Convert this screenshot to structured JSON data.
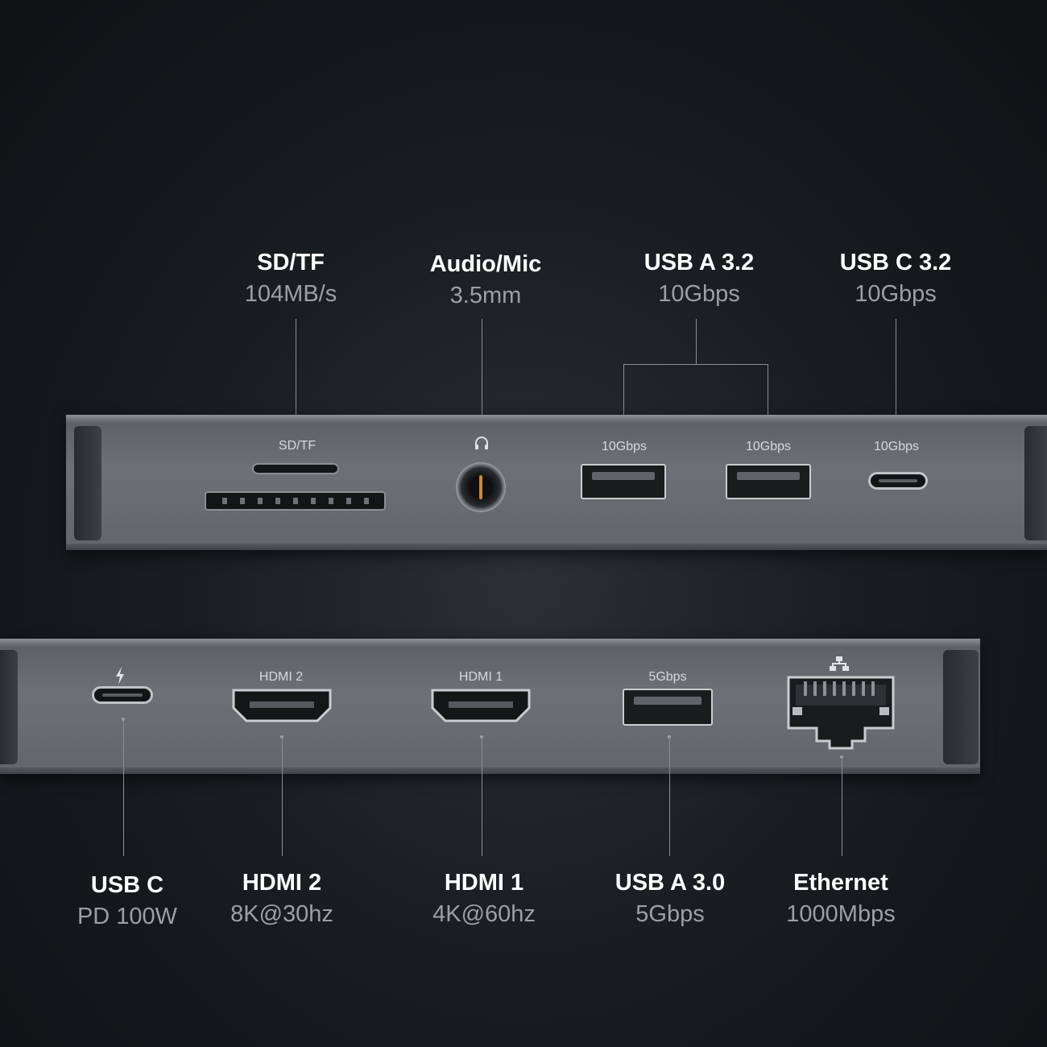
{
  "top_labels": [
    {
      "id": "sd",
      "title": "SD/TF",
      "sub": "104MB/s"
    },
    {
      "id": "audio",
      "title": "Audio/Mic",
      "sub": "3.5mm"
    },
    {
      "id": "usba32",
      "title": "USB A 3.2",
      "sub": "10Gbps"
    },
    {
      "id": "usbc32",
      "title": "USB C 3.2",
      "sub": "10Gbps"
    }
  ],
  "bottom_labels": [
    {
      "id": "usbc",
      "title": "USB C",
      "sub": "PD 100W"
    },
    {
      "id": "hdmi2",
      "title": "HDMI 2",
      "sub": "8K@30hz"
    },
    {
      "id": "hdmi1",
      "title": "HDMI 1",
      "sub": "4K@60hz"
    },
    {
      "id": "usba30",
      "title": "USB A 3.0",
      "sub": "5Gbps"
    },
    {
      "id": "eth",
      "title": "Ethernet",
      "sub": "1000Mbps"
    }
  ],
  "top_port_labels": {
    "sd": "SD/TF",
    "usba_1": "10Gbps",
    "usba_2": "10Gbps",
    "usbc": "10Gbps"
  },
  "bottom_port_labels": {
    "hdmi2": "HDMI 2",
    "hdmi1": "HDMI 1",
    "usba": "5Gbps"
  },
  "icons": {
    "audio": "headphone-icon",
    "pd": "lightning-icon",
    "ethernet": "network-icon"
  }
}
